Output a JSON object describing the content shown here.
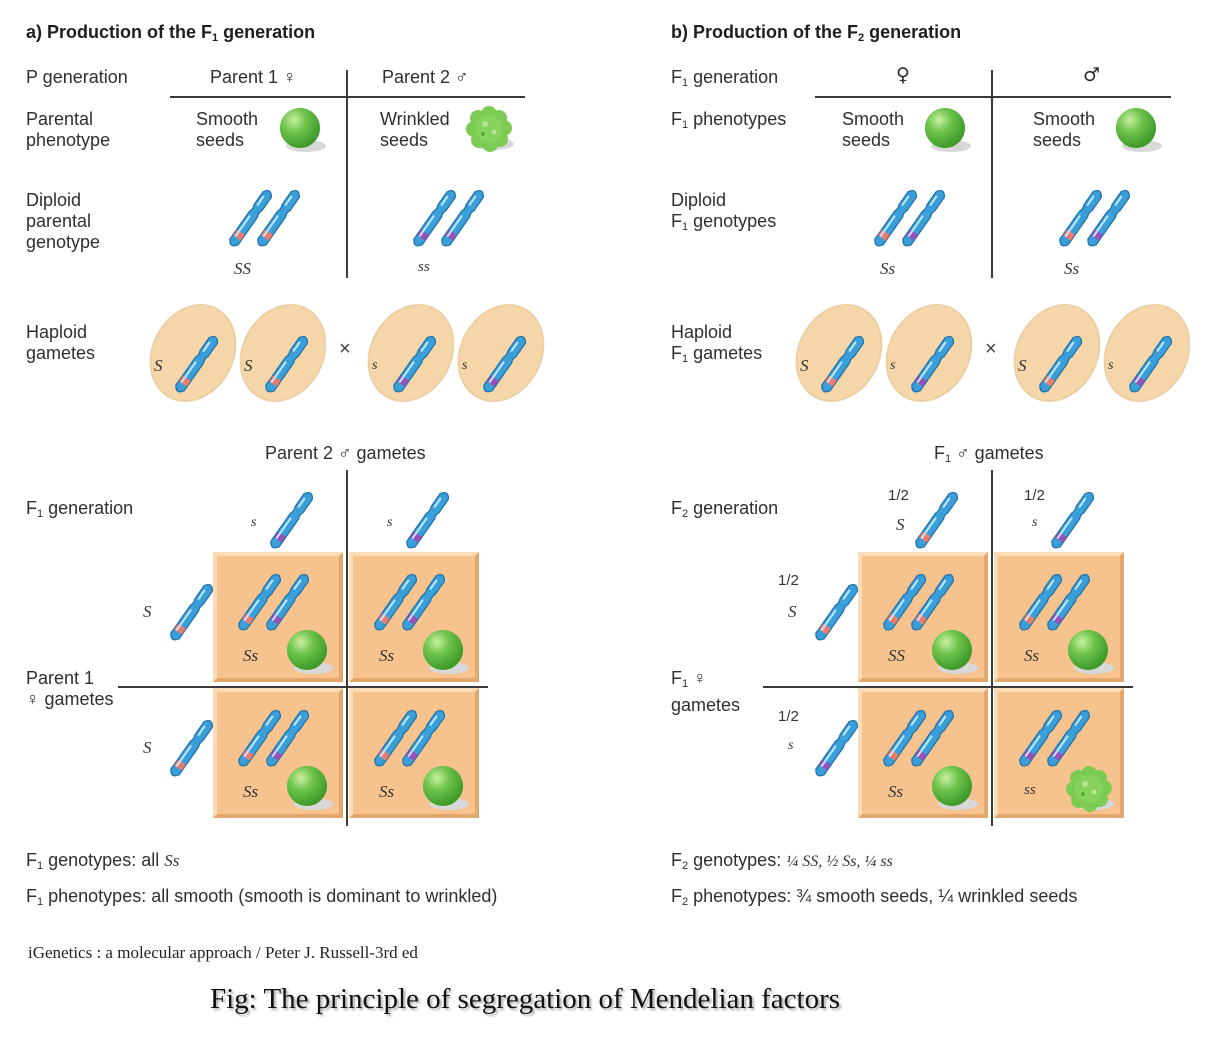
{
  "panel_a": {
    "title": "a) Production of the F",
    "title_sub": "1",
    "title_end": " generation",
    "row_labels": {
      "p_generation": "P generation",
      "parental_phenotype": "Parental\nphenotype",
      "diploid_genotype": "Diploid\nparental\ngenotype",
      "haploid_gametes": "Haploid\ngametes",
      "f1_generation_pre": "F",
      "f1_generation_sub": "1",
      "f1_generation_post": " generation",
      "parent1_gametes": "Parent 1\n♀ gametes"
    },
    "parent1_header": "Parent 1 ♀",
    "parent2_header": "Parent 2 ♂",
    "parent1_phenotype": "Smooth\nseeds",
    "parent2_phenotype": "Wrinkled\nseeds",
    "parent1_genotype": "SS",
    "parent2_genotype": "ss",
    "gametes": [
      {
        "allele": "S",
        "color": "red"
      },
      {
        "allele": "S",
        "color": "red"
      },
      {
        "allele": "s",
        "color": "purple"
      },
      {
        "allele": "s",
        "color": "purple"
      }
    ],
    "cross_symbol": "×",
    "punnett_top_label": "Parent 2 ♂ gametes",
    "punnett_top_alleles": [
      "s",
      "s"
    ],
    "punnett_left_alleles": [
      "S",
      "S"
    ],
    "punnett_cells": [
      {
        "genotype": "Ss",
        "seed": "smooth",
        "alleles": [
          "red",
          "purple"
        ]
      },
      {
        "genotype": "Ss",
        "seed": "smooth",
        "alleles": [
          "red",
          "purple"
        ]
      },
      {
        "genotype": "Ss",
        "seed": "smooth",
        "alleles": [
          "red",
          "purple"
        ]
      },
      {
        "genotype": "Ss",
        "seed": "smooth",
        "alleles": [
          "red",
          "purple"
        ]
      }
    ],
    "summary_genotypes_pre": "F",
    "summary_genotypes_sub": "1",
    "summary_genotypes_text": " genotypes: all ",
    "summary_genotypes_value": "Ss",
    "summary_phenotypes_pre": "F",
    "summary_phenotypes_sub": "1",
    "summary_phenotypes_text": " phenotypes: all smooth (smooth is dominant to wrinkled)"
  },
  "panel_b": {
    "title": "b) Production of the F",
    "title_sub": "2",
    "title_end": " generation",
    "row_labels": {
      "f1_generation_pre": "F",
      "f1_generation_sub": "1",
      "f1_generation_post": " generation",
      "f1_phenotypes_pre": "F",
      "f1_phenotypes_sub": "1",
      "f1_phenotypes_post": " phenotypes",
      "diploid_line1": "Diploid",
      "diploid_pre": "F",
      "diploid_sub": "1",
      "diploid_post": " genotypes",
      "haploid_line1": "Haploid",
      "haploid_pre": "F",
      "haploid_sub": "1",
      "haploid_post": " gametes",
      "f2_generation_pre": "F",
      "f2_generation_sub": "2",
      "f2_generation_post": " generation",
      "f1_female_gametes_pre": "F",
      "f1_female_gametes_sub": "1",
      "f1_female_gametes_post": " ♀",
      "f1_female_gametes_line2": "gametes"
    },
    "female_header": "♀",
    "male_header": "♂",
    "female_phenotype": "Smooth\nseeds",
    "male_phenotype": "Smooth\nseeds",
    "female_genotype": "Ss",
    "male_genotype": "Ss",
    "gametes": [
      {
        "allele": "S",
        "color": "red"
      },
      {
        "allele": "s",
        "color": "purple"
      },
      {
        "allele": "S",
        "color": "red"
      },
      {
        "allele": "s",
        "color": "purple"
      }
    ],
    "cross_symbol": "×",
    "punnett_top_pre": "F",
    "punnett_top_sub": "1",
    "punnett_top_post": " ♂ gametes",
    "punnett_top_alleles": [
      {
        "fraction": "1/2",
        "allele": "S"
      },
      {
        "fraction": "1/2",
        "allele": "s"
      }
    ],
    "punnett_left_alleles": [
      {
        "fraction": "1/2",
        "allele": "S"
      },
      {
        "fraction": "1/2",
        "allele": "s"
      }
    ],
    "punnett_cells": [
      {
        "genotype": "SS",
        "seed": "smooth",
        "alleles": [
          "red",
          "red"
        ]
      },
      {
        "genotype": "Ss",
        "seed": "smooth",
        "alleles": [
          "red",
          "purple"
        ]
      },
      {
        "genotype": "Ss",
        "seed": "smooth",
        "alleles": [
          "red",
          "purple"
        ]
      },
      {
        "genotype": "ss",
        "seed": "wrinkled",
        "alleles": [
          "purple",
          "purple"
        ]
      }
    ],
    "summary_genotypes_pre": "F",
    "summary_genotypes_sub": "2",
    "summary_genotypes_text": " genotypes: ",
    "summary_genotypes_value": "¼ SS, ½ Ss, ¼ ss",
    "summary_phenotypes_pre": "F",
    "summary_phenotypes_sub": "2",
    "summary_phenotypes_text": " phenotypes: ¾ smooth seeds, ¼ wrinkled seeds"
  },
  "citation": "iGenetics : a molecular approach / Peter J. Russell-3rd ed",
  "figure_caption": "Fig: The principle of segregation of Mendelian factors",
  "colors": {
    "chromosome_blue": "#3a9fd8",
    "chromosome_outline": "#1f6fa8",
    "allele_dominant": "#f07a6a",
    "allele_recessive": "#9a4fb8",
    "seed_green": "#6cc24a",
    "gamete_fill": "#f5d6a8",
    "punnett_cell": "#f6c38f"
  }
}
